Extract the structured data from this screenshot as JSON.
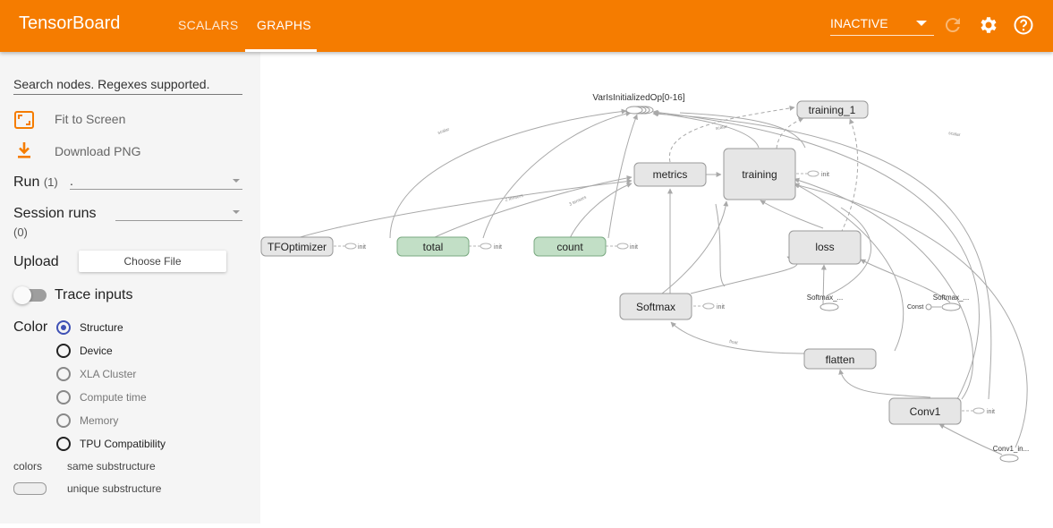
{
  "header": {
    "title": "TensorBoard",
    "tabs": [
      {
        "label": "SCALARS",
        "active": false
      },
      {
        "label": "GRAPHS",
        "active": true
      }
    ],
    "run_status": "INACTIVE",
    "bg_color": "#f57c00"
  },
  "sidebar": {
    "search_placeholder": "Search nodes. Regexes supported.",
    "fit_to_screen": "Fit to Screen",
    "download_png": "Download PNG",
    "run_label": "Run",
    "run_count": "(1)",
    "run_value": ".",
    "session_runs_label": "Session runs",
    "session_runs_count": "(0)",
    "upload_label": "Upload",
    "choose_file": "Choose File",
    "trace_inputs": "Trace inputs",
    "color_label": "Color",
    "color_options": [
      {
        "label": "Structure",
        "selected": true
      },
      {
        "label": "Device",
        "selected": false
      },
      {
        "label": "XLA Cluster",
        "selected": false
      },
      {
        "label": "Compute time",
        "selected": false
      },
      {
        "label": "Memory",
        "selected": false
      },
      {
        "label": "TPU Compatibility",
        "selected": false
      }
    ],
    "legend_label": "colors",
    "same_substructure": "same substructure",
    "unique_substructure": "unique substructure",
    "accent_color": "#f57c00"
  },
  "graph": {
    "nodes": {
      "varis": "VarIsInitializedOp[0-16]",
      "training_1": "training_1",
      "metrics": "metrics",
      "training": "training",
      "loss": "loss",
      "tfoptimizer": "TFOptimizer",
      "total": "total",
      "count": "count",
      "softmax": "Softmax",
      "flatten": "flatten",
      "conv1": "Conv1",
      "softmax_a": "Softmax_...",
      "softmax_b": "Softmax_...",
      "const": "Const",
      "conv1_in": "Conv1_in..."
    },
    "init_label": "init",
    "edge_labels": {
      "scalar": "scalar",
      "tensors_2": "2 tensors",
      "tensors_3": "3 tensors",
      "float": "float"
    },
    "colors": {
      "group_fill": "#e6e6e6",
      "group_stroke": "#999999",
      "var_fill": "#c2dfc6",
      "var_stroke": "#7aa981",
      "edge": "#a9a9a9"
    }
  }
}
